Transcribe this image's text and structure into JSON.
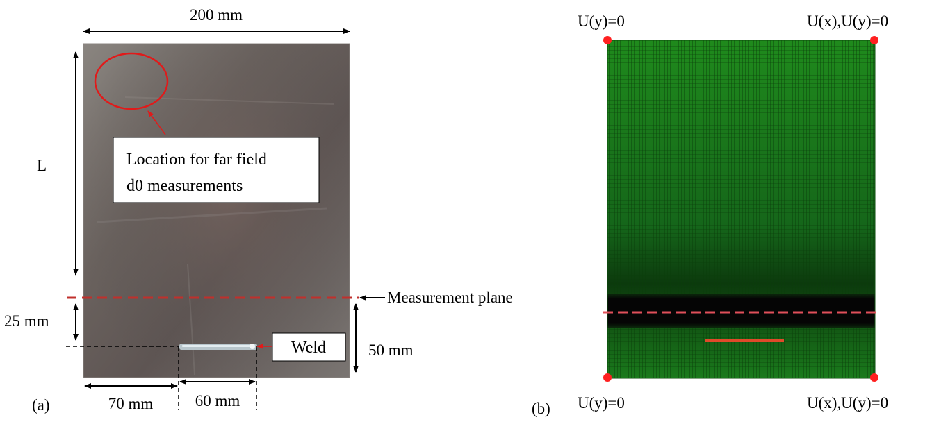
{
  "panel_a": {
    "caption": "(a)",
    "width_label": "200 mm",
    "length_label": "L",
    "far_field_note_line1": "Location for far field",
    "far_field_note_line2": "d0 measurements",
    "measurement_plane_label": "Measurement plane",
    "offset_25_label": "25 mm",
    "offset_50_label": "50 mm",
    "weld_label": "Weld",
    "offset_70_label": "70 mm",
    "weld_length_label": "60 mm"
  },
  "panel_b": {
    "caption": "(b)",
    "bc_top_left": "U(y)=0",
    "bc_top_right": "U(x),U(y)=0",
    "bc_bottom_left": "U(y)=0",
    "bc_bottom_right": "U(x),U(y)=0"
  },
  "colors": {
    "plate_metal": "#6f6a66",
    "mesh_green": "#1f8a1c",
    "mesh_dark_band": "#0a0a0a",
    "annotation_red": "#e11a1a",
    "measurement_line": "#c0302c",
    "weld_line": "#e04a2a",
    "constraint_dot": "#ff2020"
  }
}
